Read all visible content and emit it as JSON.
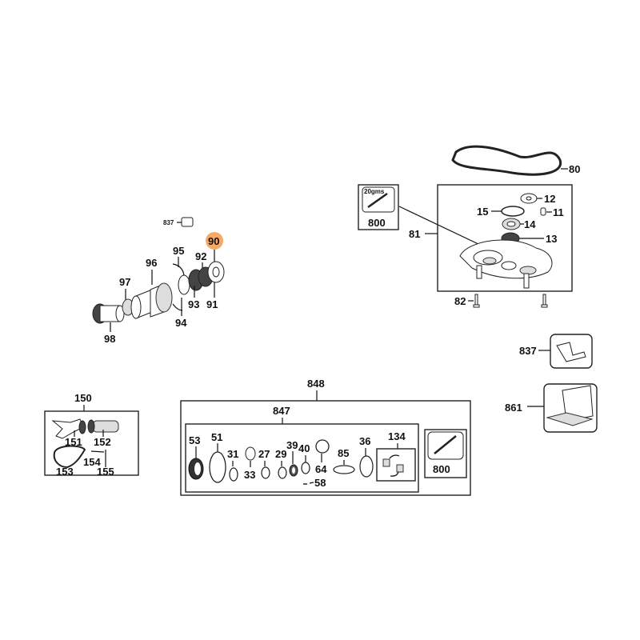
{
  "diagram": {
    "highlight_color": "#f5a965",
    "highlighted_part": "90",
    "groups": {
      "head": {
        "labels": {
          "p837": "837",
          "p90": "90",
          "p95": "95",
          "p92": "92",
          "p96": "96",
          "p97": "97",
          "p93": "93",
          "p91": "91",
          "p94": "94",
          "p98": "98"
        }
      },
      "gearbox": {
        "labels": {
          "p80": "80",
          "p12": "12",
          "p11": "11",
          "p15": "15",
          "p14": "14",
          "p13": "13",
          "p81": "81",
          "p82": "82"
        },
        "grease_box": {
          "amount": "20gms",
          "part": "800"
        }
      },
      "accessories": {
        "labels": {
          "p837": "837",
          "p861": "861"
        }
      },
      "handle_kit": {
        "labels": {
          "p150": "150",
          "p151": "151",
          "p152": "152",
          "p153": "153",
          "p154": "154",
          "p155": "155"
        }
      },
      "service_kit": {
        "labels": {
          "p848": "848",
          "p847": "847",
          "p53": "53",
          "p51": "51",
          "p31": "31",
          "p33": "33",
          "p27": "27",
          "p29": "29",
          "p39": "39",
          "p40": "40",
          "p64": "64",
          "p58": "58",
          "p85": "85",
          "p36": "36",
          "p134": "134"
        },
        "grease_box": {
          "part": "800"
        }
      }
    }
  }
}
